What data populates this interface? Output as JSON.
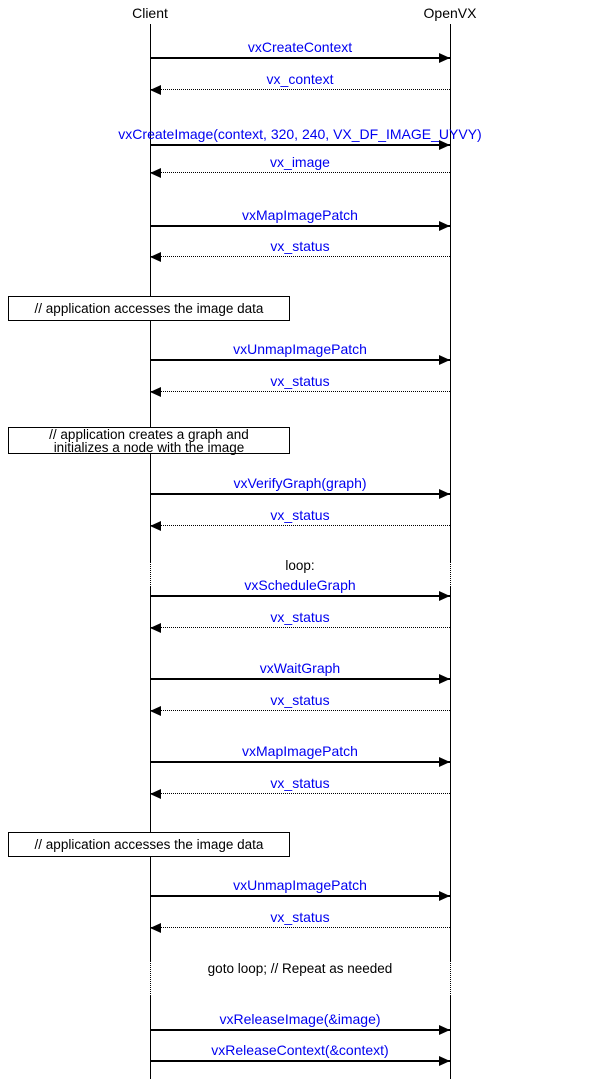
{
  "diagram": {
    "kind": "sequence-diagram",
    "participants": [
      {
        "name": "Client"
      },
      {
        "name": "OpenVX"
      }
    ],
    "colors": {
      "message_text": "#0000f0",
      "line": "#000000",
      "note_border": "#000000",
      "background": "#ffffff"
    },
    "events": [
      {
        "type": "call",
        "from": "Client",
        "to": "OpenVX",
        "label": "vxCreateContext"
      },
      {
        "type": "return",
        "from": "OpenVX",
        "to": "Client",
        "label": "vx_context"
      },
      {
        "type": "call",
        "from": "Client",
        "to": "OpenVX",
        "label": "vxCreateImage(context, 320, 240, VX_DF_IMAGE_UYVY)"
      },
      {
        "type": "return",
        "from": "OpenVX",
        "to": "Client",
        "label": "vx_image"
      },
      {
        "type": "call",
        "from": "Client",
        "to": "OpenVX",
        "label": "vxMapImagePatch"
      },
      {
        "type": "return",
        "from": "OpenVX",
        "to": "Client",
        "label": "vx_status"
      },
      {
        "type": "note",
        "label": "// application accesses the image data"
      },
      {
        "type": "call",
        "from": "Client",
        "to": "OpenVX",
        "label": "vxUnmapImagePatch"
      },
      {
        "type": "return",
        "from": "OpenVX",
        "to": "Client",
        "label": "vx_status"
      },
      {
        "type": "note",
        "lines": [
          "// application creates a graph and",
          "initializes a node with the image"
        ]
      },
      {
        "type": "call",
        "from": "Client",
        "to": "OpenVX",
        "label": "vxVerifyGraph(graph)"
      },
      {
        "type": "return",
        "from": "OpenVX",
        "to": "Client",
        "label": "vx_status"
      },
      {
        "type": "label",
        "label": "loop:"
      },
      {
        "type": "call",
        "from": "Client",
        "to": "OpenVX",
        "label": "vxScheduleGraph"
      },
      {
        "type": "return",
        "from": "OpenVX",
        "to": "Client",
        "label": "vx_status"
      },
      {
        "type": "call",
        "from": "Client",
        "to": "OpenVX",
        "label": "vxWaitGraph"
      },
      {
        "type": "return",
        "from": "OpenVX",
        "to": "Client",
        "label": "vx_status"
      },
      {
        "type": "call",
        "from": "Client",
        "to": "OpenVX",
        "label": "vxMapImagePatch"
      },
      {
        "type": "return",
        "from": "OpenVX",
        "to": "Client",
        "label": "vx_status"
      },
      {
        "type": "note",
        "label": "// application accesses the image data"
      },
      {
        "type": "call",
        "from": "Client",
        "to": "OpenVX",
        "label": "vxUnmapImagePatch"
      },
      {
        "type": "return",
        "from": "OpenVX",
        "to": "Client",
        "label": "vx_status"
      },
      {
        "type": "label",
        "label": "goto loop; // Repeat as needed"
      },
      {
        "type": "call",
        "from": "Client",
        "to": "OpenVX",
        "label": "vxReleaseImage(&image)"
      },
      {
        "type": "call",
        "from": "Client",
        "to": "OpenVX",
        "label": "vxReleaseContext(&context)"
      }
    ]
  }
}
